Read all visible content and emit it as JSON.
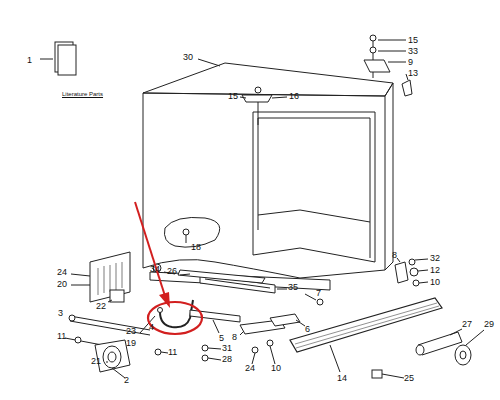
{
  "diagram": {
    "labels": [
      "1",
      "Literature Parts",
      "30",
      "15",
      "33",
      "9",
      "13",
      "15",
      "16",
      "18",
      "8",
      "32",
      "12",
      "10",
      "24",
      "20",
      "22",
      "34",
      "26",
      "35",
      "7",
      "3",
      "11",
      "23",
      "4",
      "19",
      "5",
      "8",
      "6",
      "21",
      "11",
      "31",
      "28",
      "24",
      "10",
      "14",
      "27",
      "29",
      "2",
      "25"
    ]
  }
}
